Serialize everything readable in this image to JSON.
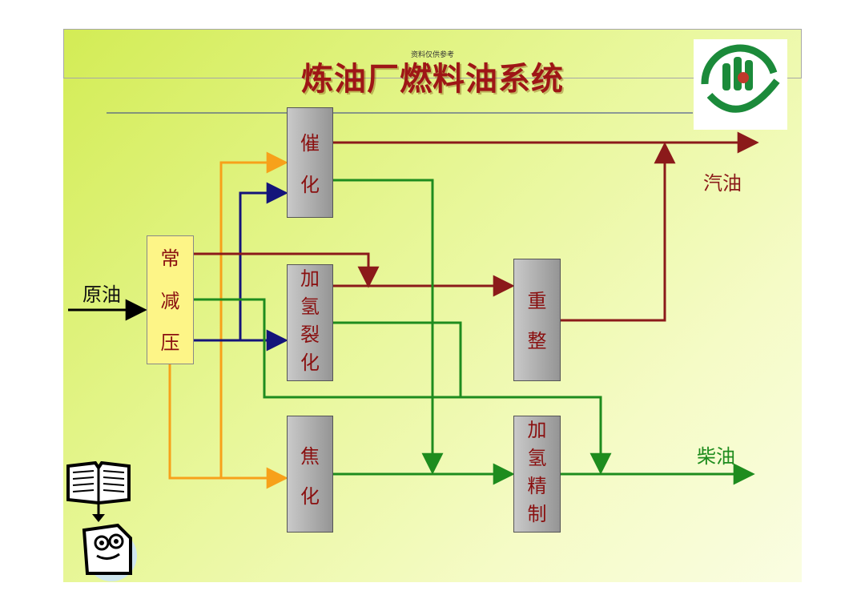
{
  "watermark": "资料仅供参考",
  "title": "炼油厂燃料油系统",
  "units": {
    "distill": [
      "常",
      "减",
      "压"
    ],
    "catalytic": [
      "催",
      "化"
    ],
    "hydrocrack": [
      "加",
      "氢",
      "裂",
      "化"
    ],
    "coking": [
      "焦",
      "化"
    ],
    "reform": [
      "重",
      "整"
    ],
    "hydrofine": [
      "加",
      "氢",
      "精",
      "制"
    ]
  },
  "feed_label": "原油",
  "product_gasoline": "汽油",
  "product_diesel": "柴油",
  "colors": {
    "gasoline_line": "#8b1a1a",
    "diesel_line": "#1e8c1e",
    "residue_line": "#f7a11a",
    "gasoil_line": "#14147a",
    "unit_text": "#8a1010"
  }
}
